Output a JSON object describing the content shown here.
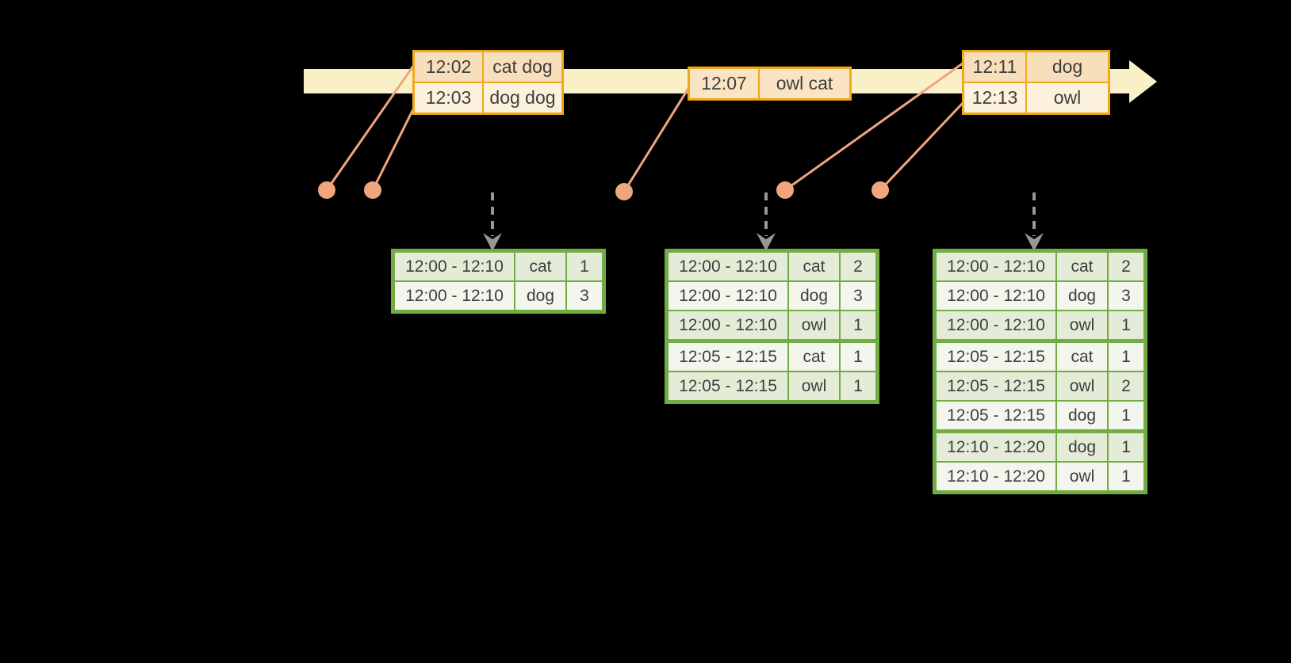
{
  "colors": {
    "background": "#000000",
    "timeline_band": "#faf0c8",
    "event_table_border": "#f0a81c",
    "event_row_odd": "#f8dfbc",
    "event_row_even": "#fcf1dc",
    "event_dot": "#f0a67d",
    "result_table_border": "#72ac44",
    "result_row_odd": "#e4ecd8",
    "result_row_even": "#f2f6ed",
    "trigger_arrow": "#979797",
    "text": "#3e3e3e"
  },
  "event_tables": [
    {
      "rows": [
        {
          "time": "12:02",
          "words": "cat dog"
        },
        {
          "time": "12:03",
          "words": "dog dog"
        }
      ]
    },
    {
      "rows": [
        {
          "time": "12:07",
          "words": "owl cat"
        }
      ]
    },
    {
      "rows": [
        {
          "time": "12:11",
          "words": "dog"
        },
        {
          "time": "12:13",
          "words": "owl"
        }
      ]
    }
  ],
  "result_tables": [
    {
      "rows": [
        {
          "window": "12:00 - 12:10",
          "word": "cat",
          "count": "1"
        },
        {
          "window": "12:00 - 12:10",
          "word": "dog",
          "count": "3"
        }
      ]
    },
    {
      "rows": [
        {
          "window": "12:00 - 12:10",
          "word": "cat",
          "count": "2"
        },
        {
          "window": "12:00 - 12:10",
          "word": "dog",
          "count": "3"
        },
        {
          "window": "12:00 - 12:10",
          "word": "owl",
          "count": "1"
        },
        {
          "window": "12:05 - 12:15",
          "word": "cat",
          "count": "1"
        },
        {
          "window": "12:05 - 12:15",
          "word": "owl",
          "count": "1"
        }
      ]
    },
    {
      "rows": [
        {
          "window": "12:00 - 12:10",
          "word": "cat",
          "count": "2"
        },
        {
          "window": "12:00 - 12:10",
          "word": "dog",
          "count": "3"
        },
        {
          "window": "12:00 - 12:10",
          "word": "owl",
          "count": "1"
        },
        {
          "window": "12:05 - 12:15",
          "word": "cat",
          "count": "1"
        },
        {
          "window": "12:05 - 12:15",
          "word": "owl",
          "count": "2"
        },
        {
          "window": "12:05 - 12:15",
          "word": "dog",
          "count": "1"
        },
        {
          "window": "12:10 - 12:20",
          "word": "dog",
          "count": "1"
        },
        {
          "window": "12:10 - 12:20",
          "word": "owl",
          "count": "1"
        }
      ]
    }
  ]
}
